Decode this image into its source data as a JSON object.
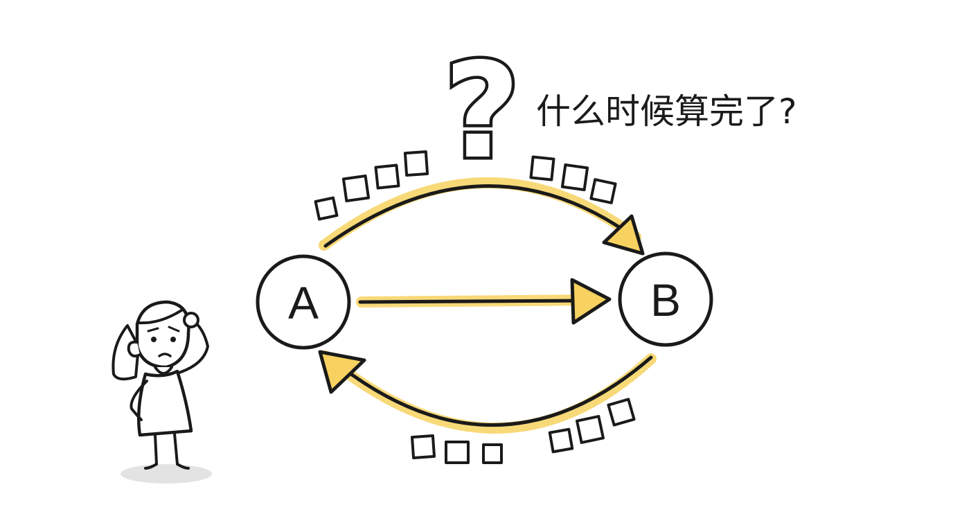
{
  "colors": {
    "ink": "#1a1a1a",
    "highlight": "#f7d260",
    "shadow": "#e3e3e3",
    "background": "#ffffff"
  },
  "nodes": [
    {
      "id": "A",
      "label": "A"
    },
    {
      "id": "B",
      "label": "B"
    }
  ],
  "edges": [
    {
      "id": "top-arc",
      "from": "A",
      "to": "B",
      "packets": 7
    },
    {
      "id": "straight",
      "from": "A",
      "to": "B",
      "packets": 0
    },
    {
      "id": "bottom-arc",
      "from": "B",
      "to": "A",
      "packets": 6
    }
  ],
  "question": {
    "mark": "?",
    "text": "什么时候算完了?"
  },
  "figure": {
    "icon": "confused-person-icon"
  }
}
